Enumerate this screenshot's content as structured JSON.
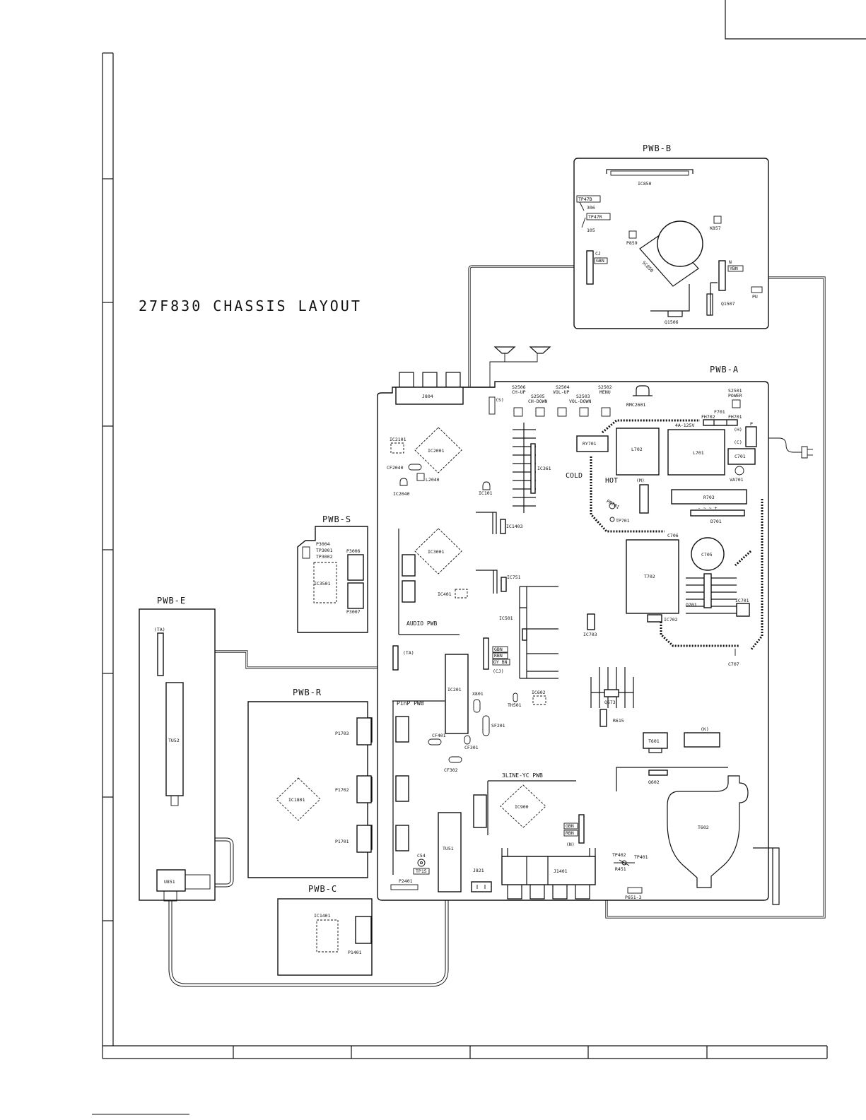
{
  "title": "27F830 CHASSIS LAYOUT",
  "boards": {
    "pwb_b": "PWB-B",
    "pwb_a": "PWB-A",
    "pwb_s": "PWB-S",
    "pwb_e": "PWB-E",
    "pwb_r": "PWB-R",
    "pwb_c": "PWB-C",
    "audio": "AUDIO PWB",
    "pinp": "PinP PWB",
    "yc": "3LINE-YC PWB"
  },
  "pwb_b_labels": {
    "ic850": "IC850",
    "tp47b": "TP47B",
    "r306": "306",
    "tp47r": "TP47R",
    "r105": "105",
    "p859": "P859",
    "k857": "K857",
    "sc850": "SC850",
    "cj": "CJ",
    "cj_wire": "GBN",
    "n": "N",
    "n_wire": "YBN",
    "pu": "PU",
    "q1507": "Q1507",
    "q1506": "Q1506"
  },
  "pwb_a_labels": {
    "j804": "J804",
    "s": "(S)",
    "s2506": "S2506",
    "ch_up": "CH-UP",
    "s2505": "S2505",
    "ch_down": "CH-DOWN",
    "s2504": "S2504",
    "vol_up": "VOL-UP",
    "s2503": "S2503",
    "vol_down": "VOL-DOWN",
    "s2502": "S2502",
    "menu": "MENU",
    "rmc2601": "RMC2601",
    "s2501": "S2501",
    "power": "POWER",
    "f701": "F701",
    "fh702": "FH702",
    "fh701": "FH701",
    "fuse": "4A-125V",
    "h": "(H)",
    "c": "(C)",
    "p": "P",
    "ry701": "RY701",
    "l702": "L702",
    "l701": "L701",
    "c701": "C701",
    "va701": "VA701",
    "cold": "COLD",
    "hot": "HOT",
    "m": "(M)",
    "r703": "R703",
    "d701": "D701",
    "pr701": "PR701",
    "tp701": "TP701",
    "c706": "C706",
    "c705": "C705",
    "t702": "T702",
    "q701": "Q701",
    "ic701": "IC701",
    "ic702": "IC702",
    "ic703": "IC703",
    "c707": "C707",
    "ic2101": "IC2101",
    "ic2001": "IC2001",
    "cf2040": "CF2040",
    "l2040": "L2040",
    "ic2040": "IC2040",
    "ic101": "IC101",
    "ic361": "IC361",
    "ic1403": "IC1403",
    "ic3001": "IC3001",
    "ic751": "IC751",
    "ic401": "IC401",
    "ic501": "IC501",
    "ta": "(TA)",
    "cj": "(CJ)",
    "cj_w1": "GBN",
    "cj_w2": "RBN",
    "cj_w3": "GY BN",
    "ic201": "IC201",
    "x801": "X801",
    "th501": "TH501",
    "ic602": "IC602",
    "sf201": "SF201",
    "cf401": "CF401",
    "cf301": "CF301",
    "cf302": "CF302",
    "q673": "Q673",
    "r615": "R615",
    "t601": "T601",
    "k": "(K)",
    "q602": "Q602",
    "ic900": "IC900",
    "n_w1": "GBN",
    "n_w2": "RBN",
    "n": "(N)",
    "t602": "T602",
    "tp402": "TP402",
    "tp401": "TP401",
    "r451": "R451",
    "c54": "C54",
    "tp15": "TP15",
    "tu51": "TU51",
    "j821": "J821",
    "j1401": "J1401",
    "p2401": "P2401",
    "p651": "P651-3"
  },
  "pwb_s_labels": {
    "p3004": "P3004",
    "tp3001": "TP3001",
    "tp3002": "TP3002",
    "p3006": "P3006",
    "ic3501": "IC3501",
    "p3007": "P3007"
  },
  "pwb_e_labels": {
    "ta": "(TA)",
    "tu52": "TU52",
    "u851": "U851"
  },
  "pwb_r_labels": {
    "p1703": "P1703",
    "ic1801": "IC1801",
    "p1702": "P1702",
    "p1701": "P1701"
  },
  "pwb_c_labels": {
    "ic1401": "IC1401",
    "p1401": "P1401"
  }
}
